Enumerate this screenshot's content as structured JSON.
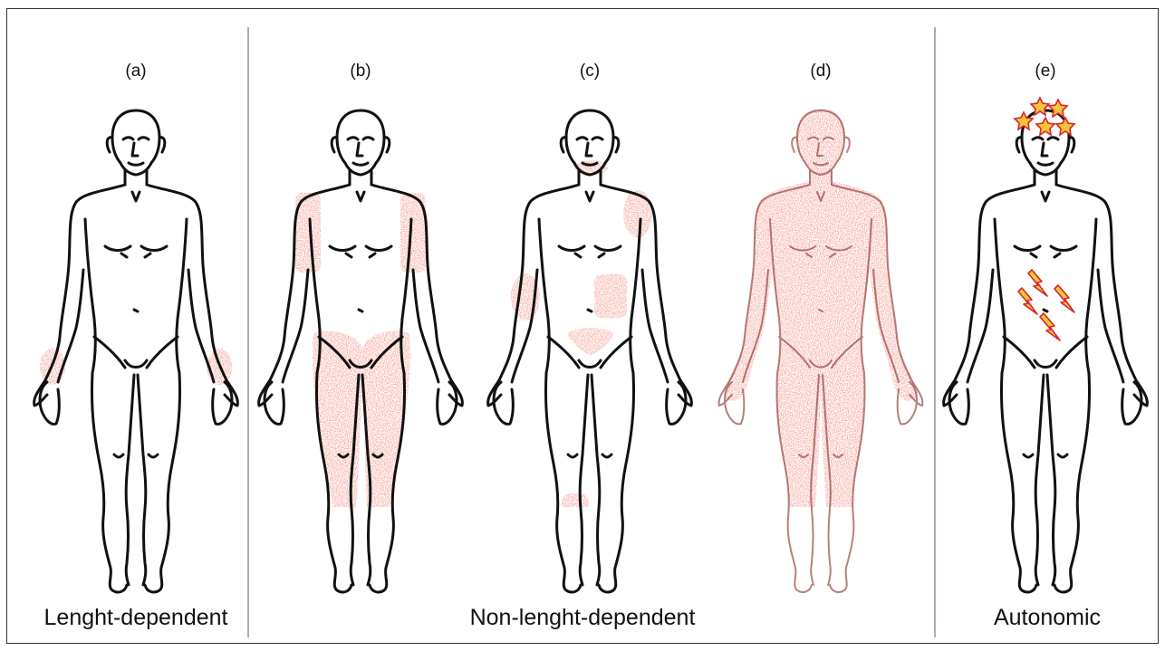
{
  "panels": [
    {
      "label": "(a)",
      "pattern": "length-dependent"
    },
    {
      "label": "(b)",
      "pattern": "proximal"
    },
    {
      "label": "(c)",
      "pattern": "patchy"
    },
    {
      "label": "(d)",
      "pattern": "diffuse"
    },
    {
      "label": "(e)",
      "pattern": "autonomic"
    }
  ],
  "groups": [
    {
      "label": "Lenght-dependent"
    },
    {
      "label": "Non-lenght-dependent"
    },
    {
      "label": "Autonomic"
    }
  ],
  "colors": {
    "shading": "#e0392f",
    "outline": "#111111",
    "divider": "#b9a9a9",
    "star_fill": "#f4c53b",
    "star_stroke": "#d8262a"
  }
}
